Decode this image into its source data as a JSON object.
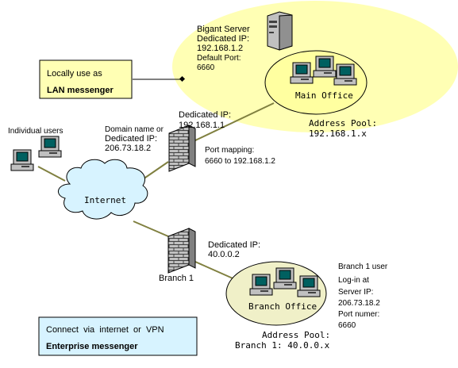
{
  "server": {
    "name": "Bigant Server",
    "dedicated_ip_label": "Dedicated IP:",
    "ip": "192.168.1.2",
    "default_port_label": "Default Port:",
    "port": "6660"
  },
  "main_office": {
    "label": "Main Office",
    "address_pool_label": "Address Pool:",
    "address_pool": "192.168.1.x"
  },
  "firewall_main": {
    "dedicated_ip_label": "Dedicated IP:",
    "lan_ip": "192.168.1.1",
    "domain_line1": "Domain name or",
    "domain_line2": "Dedicated IP:",
    "public_ip": "206.73.18.2",
    "port_mapping_label": "Port mapping:",
    "port_mapping": "6660 to 192.168.1.2"
  },
  "lan_box": {
    "line1": "Locally use as",
    "line2": "LAN messenger"
  },
  "individual_users": "Individual users",
  "internet": "Internet",
  "branch": {
    "firewall_label": "Branch 1",
    "dedicated_ip_label": "Dedicated IP:",
    "ip": "40.0.0.2",
    "office_label": "Branch Office",
    "address_pool_label": "Address Pool:",
    "address_pool": "Branch 1: 40.0.0.x",
    "user_note": [
      "Branch 1 user",
      "Log-in at",
      "Server IP:",
      "206.73.18.2",
      "Port numer:",
      "6660"
    ]
  },
  "vpn_box": {
    "line1": "Connect  via  internet  or  VPN",
    "line2": "Enterprise messenger"
  },
  "colors": {
    "yellow_zone": "#ffffb4",
    "office_fill": "#ffffa0",
    "branch_fill": "#f0f0c8",
    "cloud_fill": "#d7f3ff",
    "lan_box_fill": "#ffffb4",
    "vpn_box_fill": "#d7f3ff",
    "link_line": "#808040",
    "firewall_fill": "#c0c0c0"
  }
}
